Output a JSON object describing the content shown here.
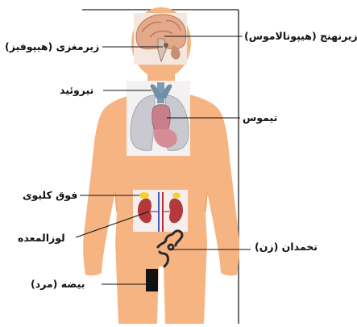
{
  "labels": {
    "hypothalamus": "زیرنهنج (هیپوتالاموس)",
    "pituitary": "زیرمغزی (هیپوفیز)",
    "thyroid": "تیروئید",
    "thymus": "تیموس",
    "adrenal": "فوق کلیوی",
    "pancreas": "لوزالمعده",
    "ovary": "تخمدان (زن)",
    "testis": "بیضه (مرد)"
  },
  "colors": {
    "skin": "#f7b483",
    "skin_shadow": "#e9a06d",
    "leader_line": "#111111",
    "frame_line": "#222222",
    "testis": "#111111",
    "thyroid": "#6f8fa6",
    "thymus": "#c77f8b",
    "lung": "#c9c9d2",
    "kidney": "#b4393a",
    "adrenal": "#f2d22e",
    "ovary": "#2a2a2a",
    "brain": "#e4a98a"
  },
  "icons": {
    "brain": "brain-icon",
    "chest_organs": "chest-organs-icon",
    "kidneys": "kidneys-icon",
    "ovary": "ovary-icon",
    "testis": "testis-icon"
  }
}
